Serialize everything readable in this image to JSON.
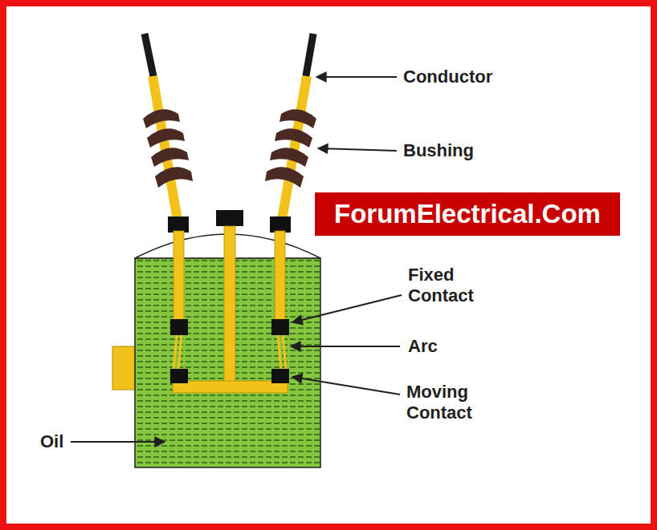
{
  "diagram": {
    "nodes": [
      {
        "text": [
          "ForumElectrical.Com"
        ]
      }
    ],
    "labels": [
      "Conductor",
      "Bushing",
      "Fixed Contact",
      "Arc",
      "Moving Contact",
      "Oil"
    ]
  }
}
